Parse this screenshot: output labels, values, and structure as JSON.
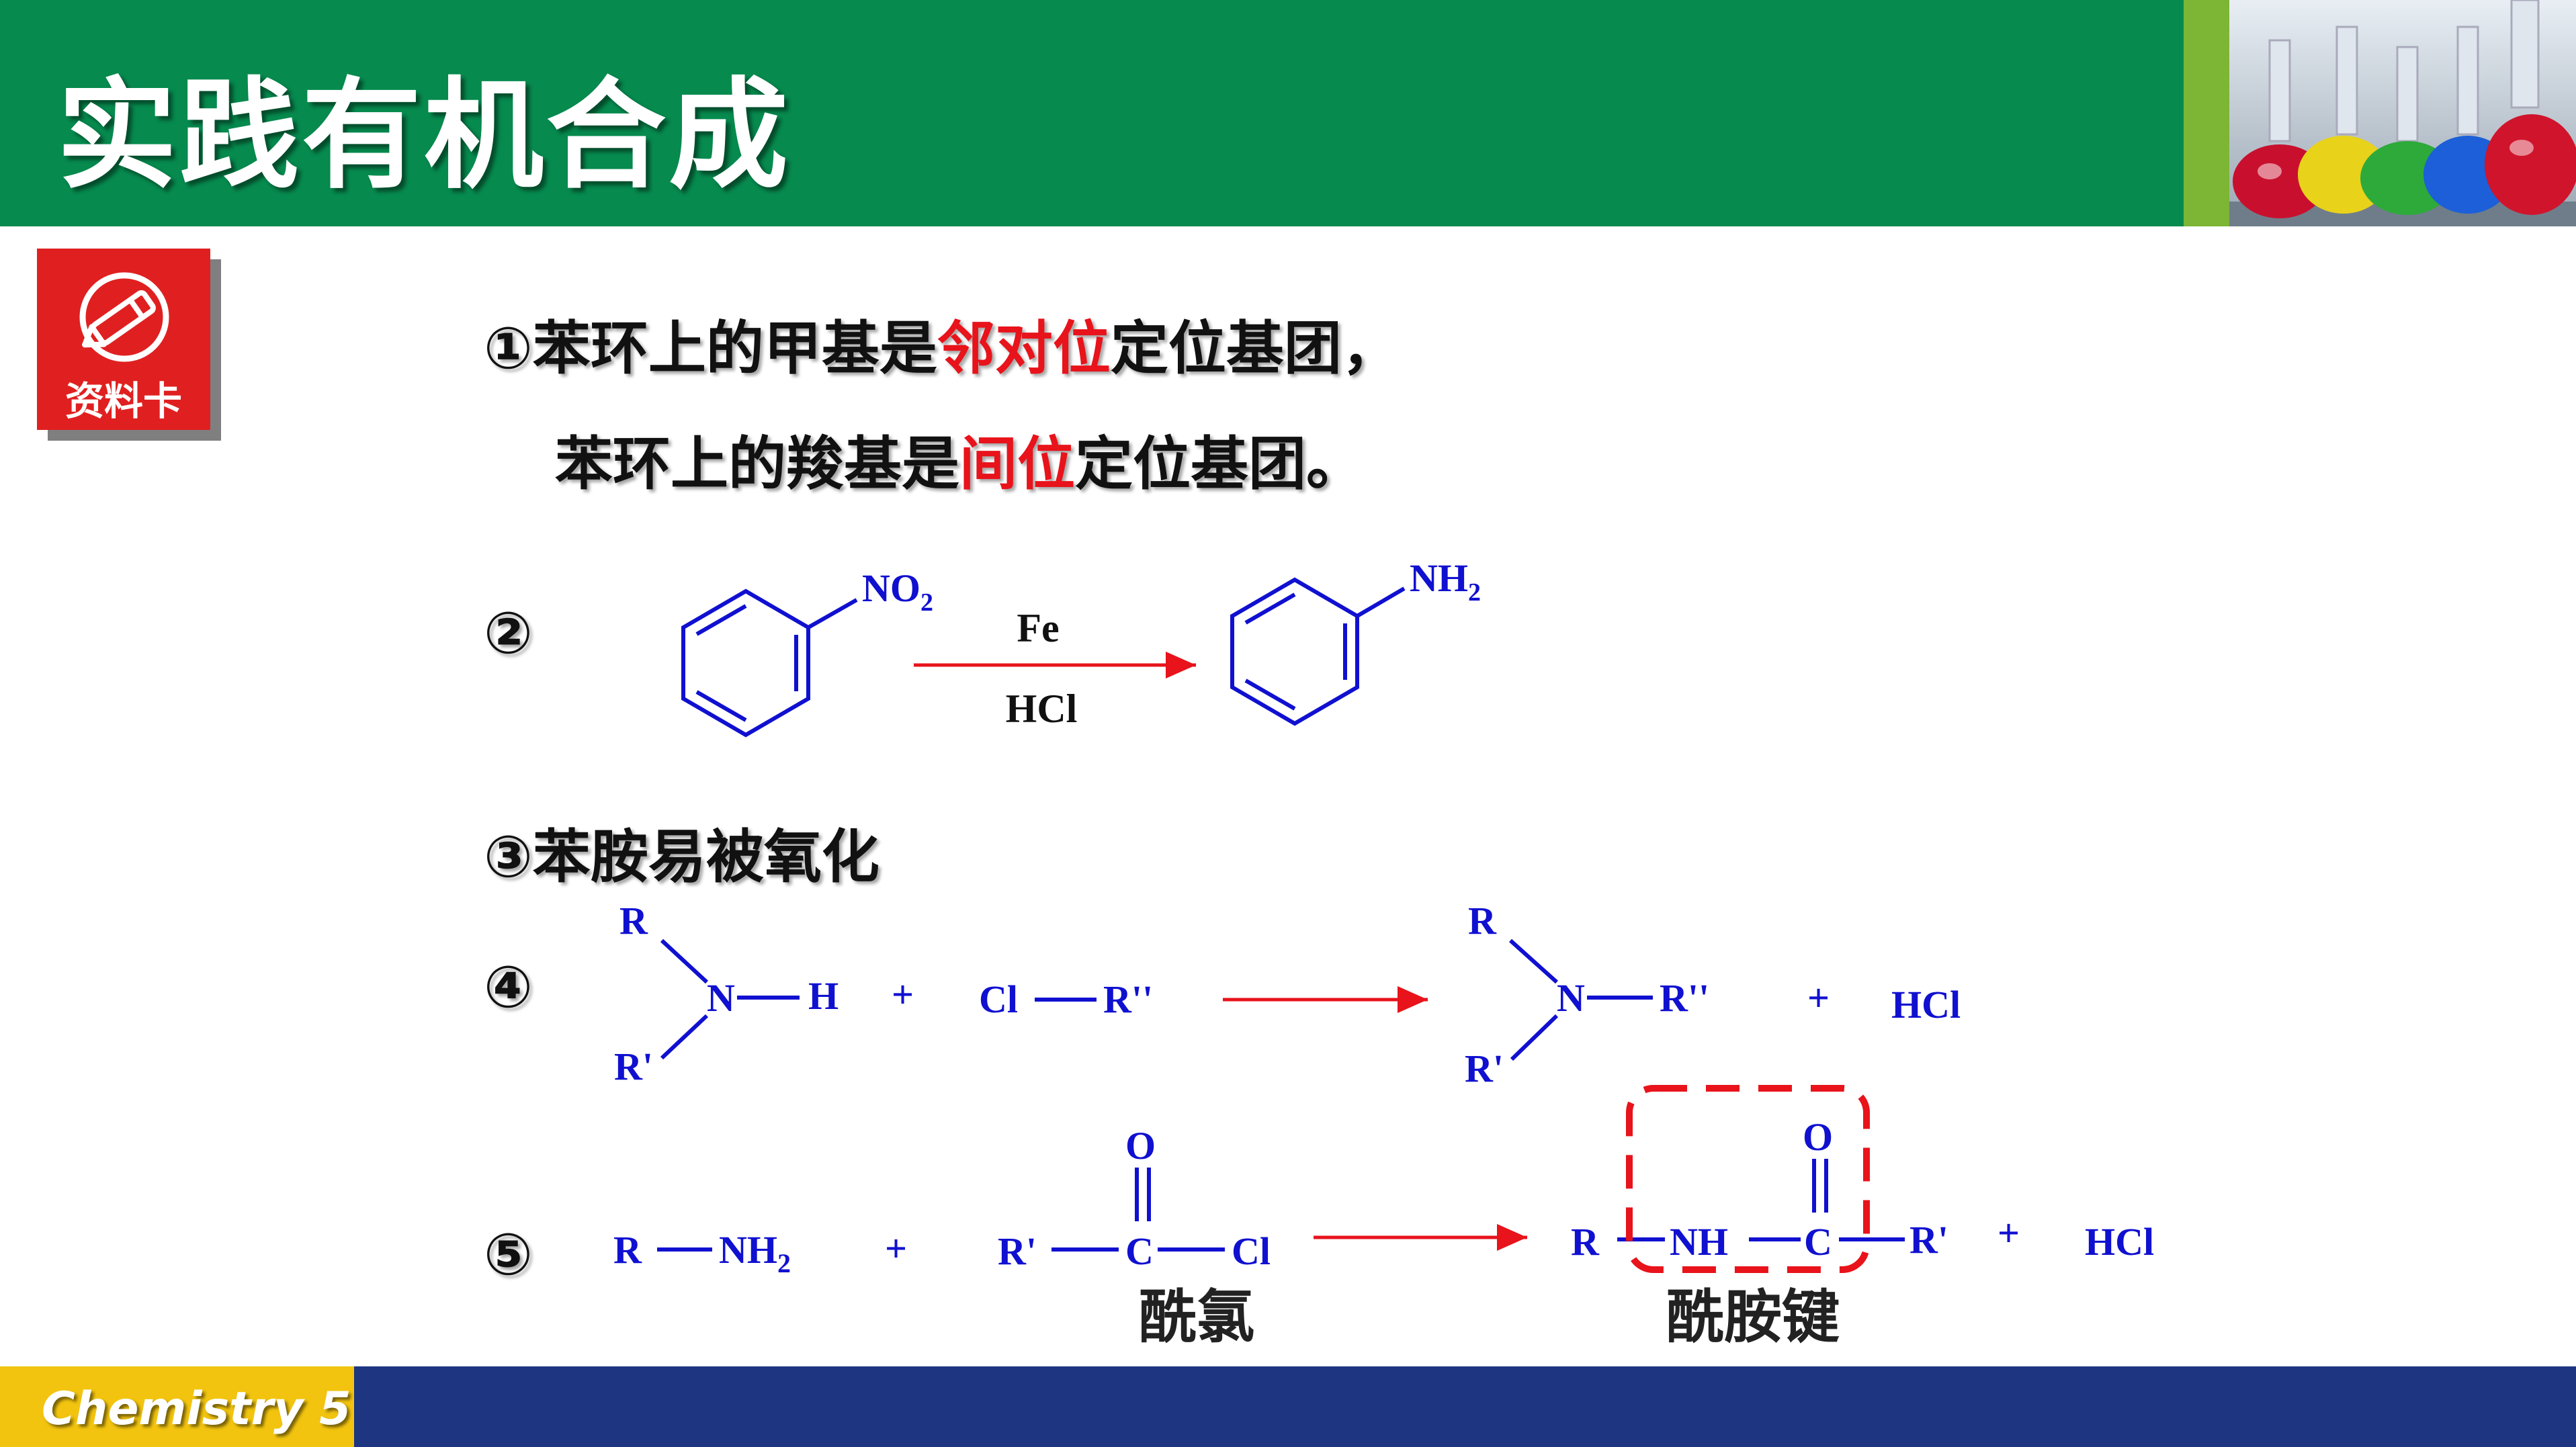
{
  "slide": {
    "title": "实践有机合成",
    "card_label": "资料卡",
    "footer": "Chemistry 5"
  },
  "points": {
    "p1_num": "①",
    "p1_line1_a": "苯环上的甲基是",
    "p1_line1_b": "邻对位",
    "p1_line1_c": "定位基团，",
    "p1_line2_a": "苯环上的羧基是",
    "p1_line2_b": "间位",
    "p1_line2_c": "定位基团。",
    "p2_num": "②",
    "p3_num": "③",
    "p3_text": "苯胺易被氧化",
    "p4_num": "④",
    "p5_num": "⑤"
  },
  "reaction2": {
    "reactant_group": "NO",
    "reactant_sub": "2",
    "reagent_top": "Fe",
    "reagent_bottom": "HCl",
    "product_group": "NH",
    "product_sub": "2"
  },
  "reaction4": {
    "r": "R",
    "r_prime": "R'",
    "n": "N",
    "h": "H",
    "plus1": "+",
    "cl": "Cl",
    "r_dprime": "R''",
    "p_r": "R",
    "p_r_prime": "R'",
    "p_n": "N",
    "p_r_dprime": "R''",
    "plus2": "+",
    "hcl": "HCl"
  },
  "reaction5": {
    "r": "R",
    "nh": "NH",
    "sub2": "2",
    "plus1": "+",
    "r_prime": "R'",
    "c": "C",
    "o": "O",
    "cl": "Cl",
    "acyl_chloride_label": "酰氯",
    "p_r": "R",
    "p_nh": "NH",
    "p_c": "C",
    "p_o": "O",
    "p_r_prime": "R'",
    "plus2": "+",
    "hcl": "HCl",
    "amide_bond_label": "酰胺键"
  },
  "colors": {
    "header_green": "#068A4E",
    "accent_green": "#7DB534",
    "highlight_red": "#E8131B",
    "chem_blue": "#1010D0",
    "arrow_red": "#E8131B",
    "footer_yellow": "#F2C40F",
    "footer_navy": "#1E3582"
  }
}
